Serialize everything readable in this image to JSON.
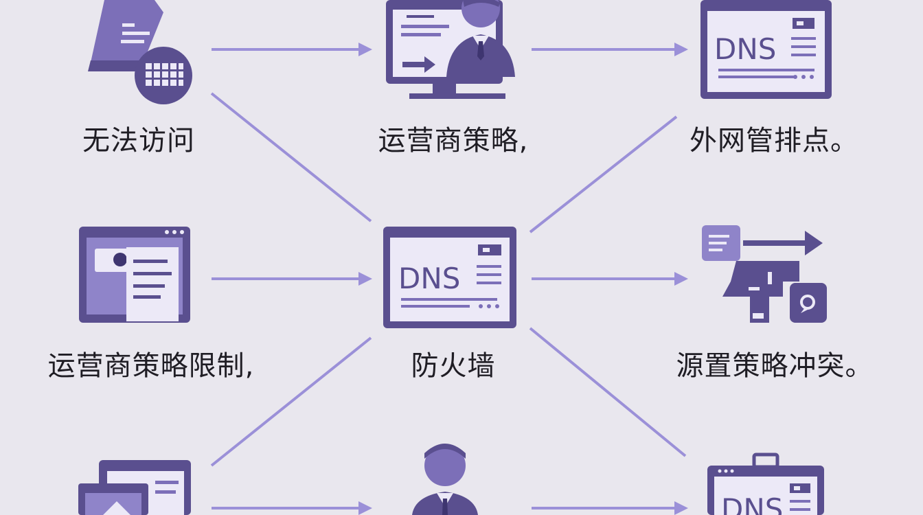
{
  "colors": {
    "background": "#e9e7ee",
    "icon_dark": "#5a4f8f",
    "icon_mid": "#7c6fb8",
    "icon_light": "#ece9f7",
    "arrow": "#9b90d8",
    "text": "#1f1d24"
  },
  "labels": {
    "top_left": "无法访问",
    "top_center": "运营商策略,",
    "top_right": "外网管排点。",
    "mid_left": "运营商策略限制,",
    "center": "防火墙",
    "mid_right": "源置策略冲突。"
  },
  "dns_text": "DNS",
  "icons": {
    "top_left": "document-grid-icon",
    "top_center": "monitor-person-icon",
    "top_right": "dns-window-icon",
    "mid_left": "browser-document-icon",
    "center": "dns-window-icon",
    "mid_right": "network-signpost-icon",
    "bottom_left": "stacked-windows-icon",
    "bottom_center": "person-icon",
    "bottom_right": "dns-window-icon"
  }
}
